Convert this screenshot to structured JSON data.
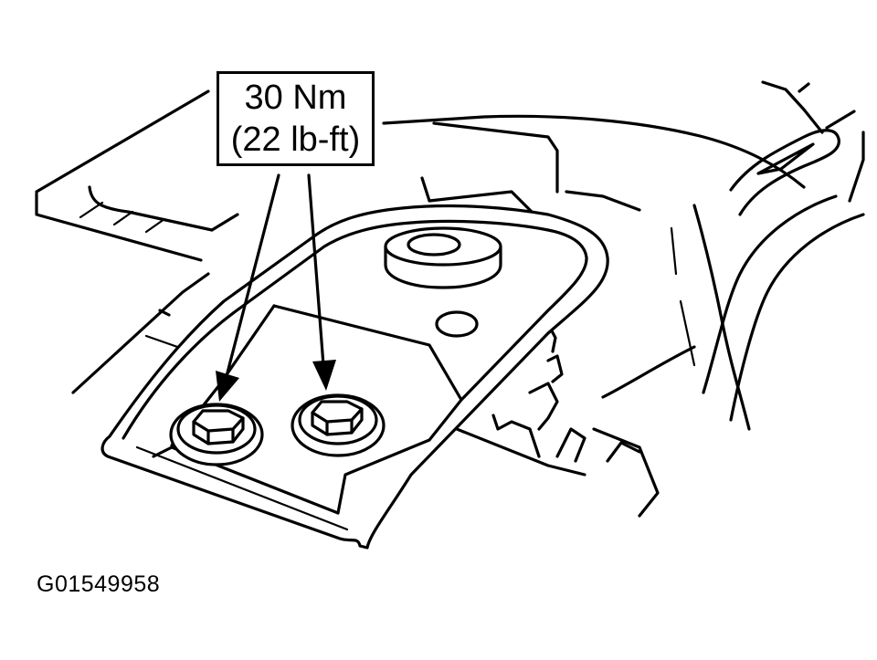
{
  "callout": {
    "torque_metric": "30 Nm",
    "torque_imperial": "(22 lb-ft)"
  },
  "figure_id": "G01549958",
  "colors": {
    "line": "#000000",
    "background": "#ffffff"
  }
}
